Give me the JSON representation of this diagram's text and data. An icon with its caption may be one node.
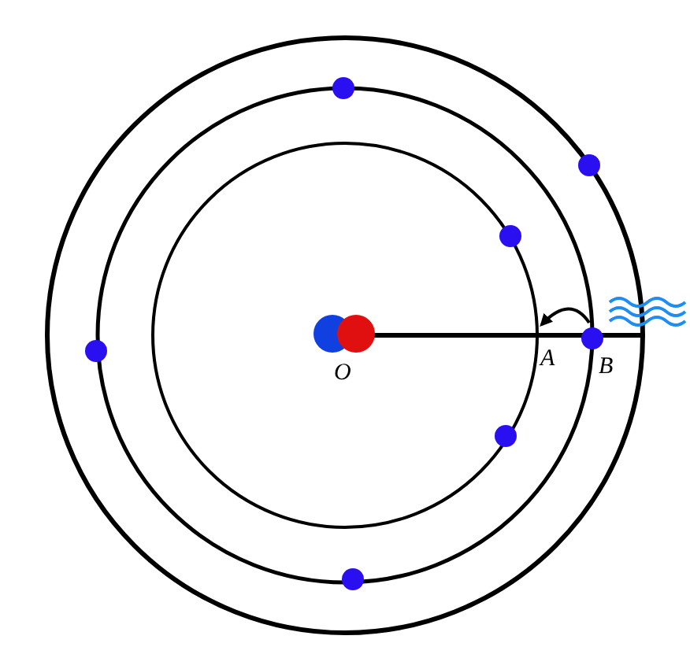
{
  "diagram": {
    "labels": [
      "O",
      "A",
      "B"
    ]
  }
}
